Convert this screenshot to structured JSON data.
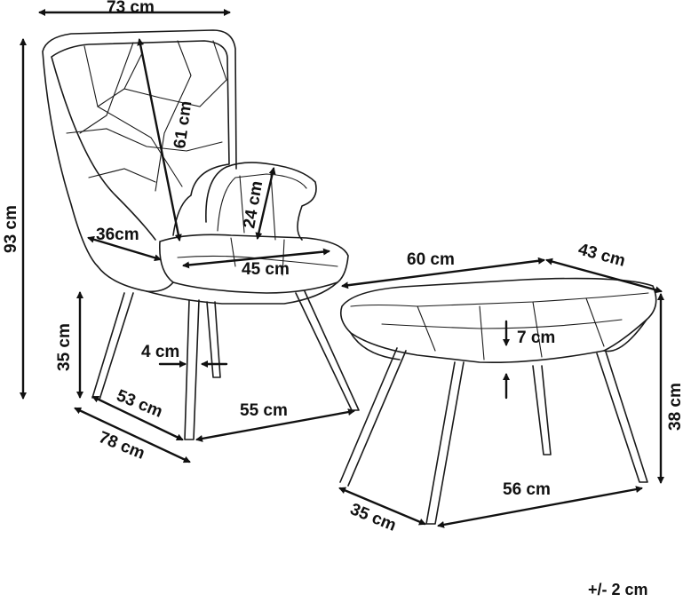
{
  "dimensions": {
    "chair_width": "73 cm",
    "chair_height": "93 cm",
    "backrest_height": "61 cm",
    "armrest_height": "24 cm",
    "seat_depth": "36cm",
    "seat_width": "45 cm",
    "seat_height": "35 cm",
    "leg_diameter": "4 cm",
    "base_depth": "53 cm",
    "overall_depth": "78 cm",
    "base_width": "55 cm",
    "ottoman_width": "60 cm",
    "ottoman_depth": "43 cm",
    "cushion_thickness": "7 cm",
    "ottoman_height": "38 cm",
    "ottoman_base_width": "56 cm",
    "ottoman_base_depth": "35 cm"
  },
  "tolerance": "+/- 2 cm"
}
